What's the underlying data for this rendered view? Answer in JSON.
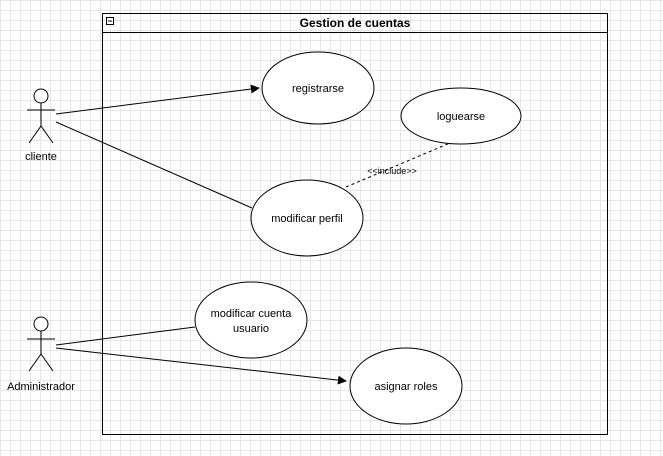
{
  "system": {
    "title": "Gestion de cuentas"
  },
  "actors": {
    "cliente": "cliente",
    "administrador": "Administrador"
  },
  "use_cases": {
    "registrarse": "registrarse",
    "loguearse": "loguearse",
    "modificar_perfil": "modificar perfil",
    "modificar_cuenta_line1": "modificar cuenta",
    "modificar_cuenta_line2": "usuario",
    "asignar_roles": "asignar roles"
  },
  "relations": {
    "include": "<<include>>"
  },
  "colors": {
    "stroke": "#000000",
    "fill": "#ffffff",
    "grid": "#e6e6e6"
  }
}
